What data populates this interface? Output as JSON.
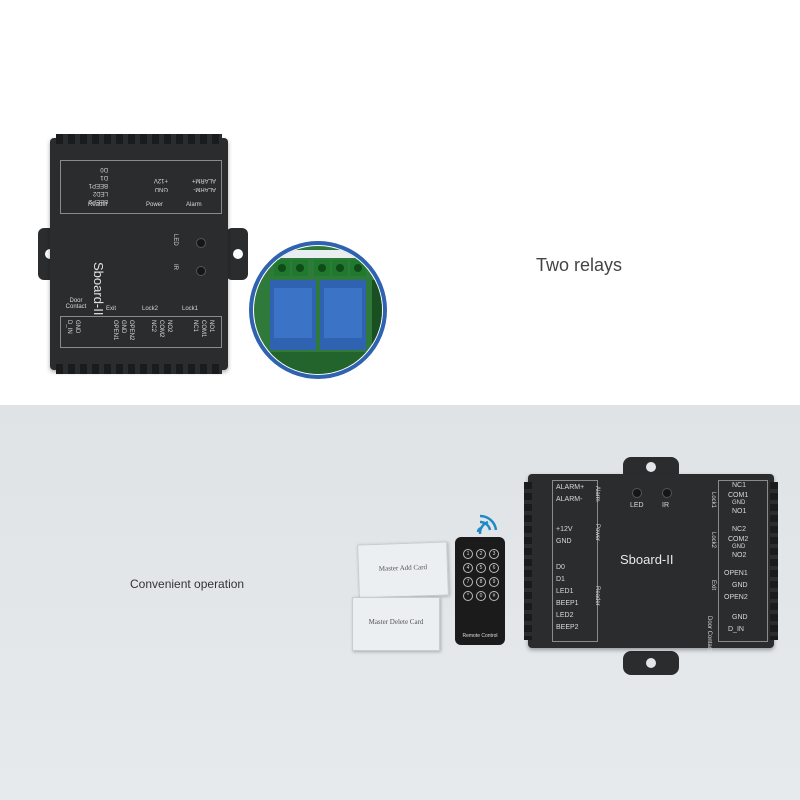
{
  "captions": {
    "top": "Two relays",
    "bottom": "Convenient operation"
  },
  "board_top": {
    "name": "Sboard-II",
    "reader_pins": [
      "D0",
      "D1",
      "BEEP1",
      "LED2",
      "BEEP2"
    ],
    "reader_label": "Reader",
    "power_pins": [
      "+12V",
      "GND"
    ],
    "power_label": "Power",
    "alarm_pins": [
      "ALARM+",
      "ALARM-"
    ],
    "alarm_label": "Alarm",
    "led_label": "LED",
    "ir_label": "IR",
    "door_contact_label": "Door Contact",
    "door_pins": [
      "GND",
      "D_IN"
    ],
    "exit_label": "Exit",
    "exit_pins": [
      "OPEN2",
      "GND",
      "OPEN1"
    ],
    "lock2_label": "Lock2",
    "lock2_pins": [
      "NO2",
      "COM2",
      "NC2"
    ],
    "lock1_label": "Lock1",
    "lock1_pins": [
      "NO1",
      "COM1",
      "NC1"
    ]
  },
  "board_bottom": {
    "name": "Sboard-II",
    "alarm_pins": [
      "ALARM+",
      "ALARM-"
    ],
    "alarm_label": "Alarm",
    "power_pins": [
      "+12V",
      "GND"
    ],
    "power_label": "Power",
    "reader_pins": [
      "D0",
      "D1",
      "LED1",
      "BEEP1",
      "LED2",
      "BEEP2"
    ],
    "reader_label": "Reader",
    "led_label": "LED",
    "ir_label": "IR",
    "lock1_label": "Lock1",
    "lock1_pins": [
      "NC1",
      "COM1",
      "GND",
      "NO1"
    ],
    "lock2_label": "Lock2",
    "lock2_pins": [
      "NC2",
      "COM2",
      "GND",
      "NO2"
    ],
    "exit_label": "Exit",
    "exit_pins": [
      "OPEN1",
      "GND",
      "OPEN2"
    ],
    "door_contact_label": "Door Contact",
    "door_pins": [
      "GND",
      "D_IN"
    ]
  },
  "cards": {
    "add": "Master Add Card",
    "delete": "Master Delete Card"
  },
  "remote": {
    "label": "Remote Control",
    "keys": [
      "1",
      "2",
      "3",
      "4",
      "5",
      "6",
      "7",
      "8",
      "9",
      "*",
      "0",
      "#"
    ]
  },
  "colors": {
    "device": "#2a2c2e",
    "pcb_green": "#2f7a3a",
    "relay_blue": "#2f62b0",
    "bottom_bg": "#e2e6e8"
  }
}
